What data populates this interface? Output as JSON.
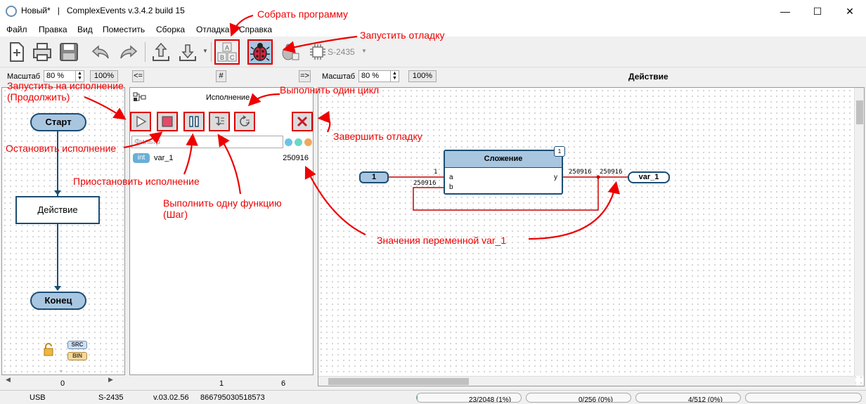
{
  "window": {
    "title_doc": "Новый*",
    "title_sep": "|",
    "title_app": "ComplexEvents v.3.4.2 build 15",
    "minimize": "—",
    "maximize": "☐",
    "close": "✕"
  },
  "menu": [
    "Файл",
    "Правка",
    "Вид",
    "Поместить",
    "Сборка",
    "Отладка",
    "Справка"
  ],
  "toolbar": {
    "device": "S-2435",
    "icons": [
      "new-file-icon",
      "print-icon",
      "save-icon",
      "undo-icon",
      "redo-icon",
      "upload-icon",
      "download-icon",
      "build-icon",
      "debug-start-icon",
      "debug-device-icon",
      "chip-icon"
    ]
  },
  "zoom": {
    "left_label": "Масштаб",
    "left_value": "80 %",
    "left_reset": "100%",
    "nav_left": "<=",
    "nav_hash": "#",
    "nav_right": "=>",
    "right_label": "Масштаб",
    "right_value": "80 %",
    "right_reset": "100%",
    "view_title": "Действие"
  },
  "flow": {
    "start": "Старт",
    "action": "Действие",
    "end": "Конец",
    "src": "SRC",
    "bin": "BIN",
    "footer": "0"
  },
  "debug": {
    "status": "Исполнение.",
    "filter_placeholder": "Фильтр",
    "var_type": "int",
    "var_name": "var_1",
    "var_value": "250916",
    "footer_mid": "1",
    "footer_right": "6"
  },
  "diagram": {
    "const": "1",
    "block_title": "Сложение",
    "block_index": "1",
    "port_a": "a",
    "port_b": "b",
    "port_y": "y",
    "wire_a": "1",
    "wire_b": "250916",
    "wire_y1": "250916",
    "wire_y2": "250916",
    "out_var": "var_1"
  },
  "status": {
    "conn": "USB",
    "device": "S-2435",
    "version": "v.03.02.56",
    "serial": "866795030518573",
    "mem1": "23/2048 (1%)",
    "mem1_fill": 1,
    "mem2": "0/256 (0%)",
    "mem2_fill": 0,
    "mem3": "4/512 (0%)",
    "mem3_fill": 0
  },
  "annotations": {
    "build": "Собрать программу",
    "start_debug": "Запустить отладку",
    "run": "Запустить на исполнение (Продолжить)",
    "one_cycle": "Выполнить один цикл",
    "finish_debug": "Завершить отладку",
    "stop": "Остановить исполнение",
    "pause": "Приостановить исполнение",
    "step": "Выполнить одну функцию (Шаг)",
    "values": "Значения переменной var_1"
  },
  "colors": {
    "accent_red": "#e00000",
    "node_fill": "#a9c6e0",
    "node_border": "#1b4d73",
    "wire": "#cc0000"
  }
}
